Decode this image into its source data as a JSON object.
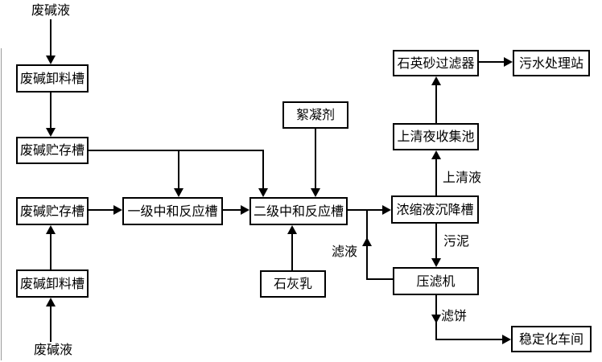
{
  "diagram": {
    "sources": {
      "top": "废碱液",
      "bottom": "废碱液"
    },
    "nodes": {
      "unload1": "废碱卸料槽",
      "storage1": "废碱贮存槽",
      "storage2": "废碱贮存槽",
      "unload2": "废碱卸料槽",
      "neutral1": "一级中和反应槽",
      "neutral2": "二级中和反应槽",
      "flocculant": "絮凝剂",
      "lime": "石灰乳",
      "settling": "浓缩液沉降槽",
      "supernatant_pool": "上清夜收集池",
      "sand_filter": "石英砂过滤器",
      "sewage_station": "污水处理站",
      "filter_press": "压滤机",
      "stabilization": "稳定化车间"
    },
    "edge_labels": {
      "supernatant": "上清液",
      "sludge": "污泥",
      "filtrate": "滤液",
      "cake": "滤饼"
    },
    "colors": {
      "line": "#000000",
      "background": "#ffffff"
    }
  }
}
